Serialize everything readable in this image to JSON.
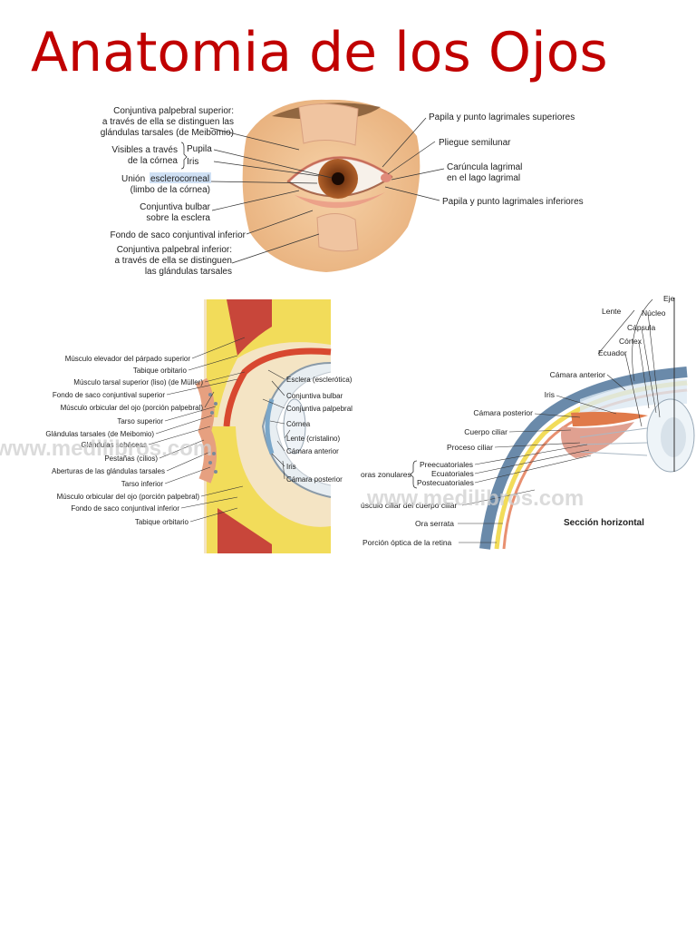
{
  "title": "Anatomia de los Ojos",
  "watermark": "www.medilibros.com",
  "colors": {
    "title": "#c00000",
    "skin": "#f0c090",
    "iris": "#a0501e",
    "highlight": "#cfe0f4",
    "yellow": "#f2dc5a",
    "red": "#d84830"
  },
  "panel_eye_front": {
    "left_labels": [
      "Conjuntiva palpebral superior:",
      "a través de ella se distinguen las",
      "glándulas tarsales (de Meibomio)",
      "Visibles a través",
      "de la córnea",
      "Pupila",
      "Iris",
      "Unión",
      "esclerocorneal",
      "(limbo de la córnea)",
      "Conjuntiva bulbar",
      "sobre la esclera",
      "Fondo de saco conjuntival inferior",
      "Conjuntiva palpebral inferior:",
      "a través de ella se distinguen",
      "las glándulas tarsales"
    ],
    "right_labels": [
      "Papila y punto lagrimales superiores",
      "Pliegue semilunar",
      "Carúncula lagrimal",
      "en el lago lagrimal",
      "Papila y punto lagrimales inferiores"
    ]
  },
  "panel_sagittal": {
    "left_labels": [
      "Músculo elevador del párpado superior",
      "Tabique orbitario",
      "Músculo tarsal superior (liso) (de Müller)",
      "Fondo de saco conjuntival superior",
      "Músculo orbicular del ojo (porción palpebral)",
      "Tarso superior",
      "Glándulas tarsales (de Meibomio)",
      "Glándulas sebáceas",
      "Pestañas (cilios)",
      "Aberturas de las glándulas tarsales",
      "Tarso inferior",
      "Músculo orbicular del ojo (porción palpebral)",
      "Fondo de saco conjuntival inferior",
      "Tabique orbitario"
    ],
    "right_labels": [
      "Esclera (esclerótica)",
      "Conjuntiva bulbar",
      "Conjuntiva palpebral",
      "Córnea",
      "Lente (cristalino)",
      "Cámara anterior",
      "Iris",
      "Cámara posterior"
    ]
  },
  "panel_horizontal": {
    "top_labels": [
      "Lente",
      "Eje",
      "Núcleo",
      "Cápsula",
      "Córtex",
      "Ecuador"
    ],
    "left_labels": [
      "Cámara anterior",
      "Iris",
      "Cámara posterior",
      "Cuerpo ciliar",
      "Proceso ciliar",
      "Preecuatoriales",
      "Ecuatoriales",
      "Postecuatoriales",
      "oras zonulares",
      "úsculo ciliar del cuerpo ciliar",
      "Ora serrata",
      "Porción óptica de la retina"
    ],
    "caption": "Sección horizontal"
  }
}
